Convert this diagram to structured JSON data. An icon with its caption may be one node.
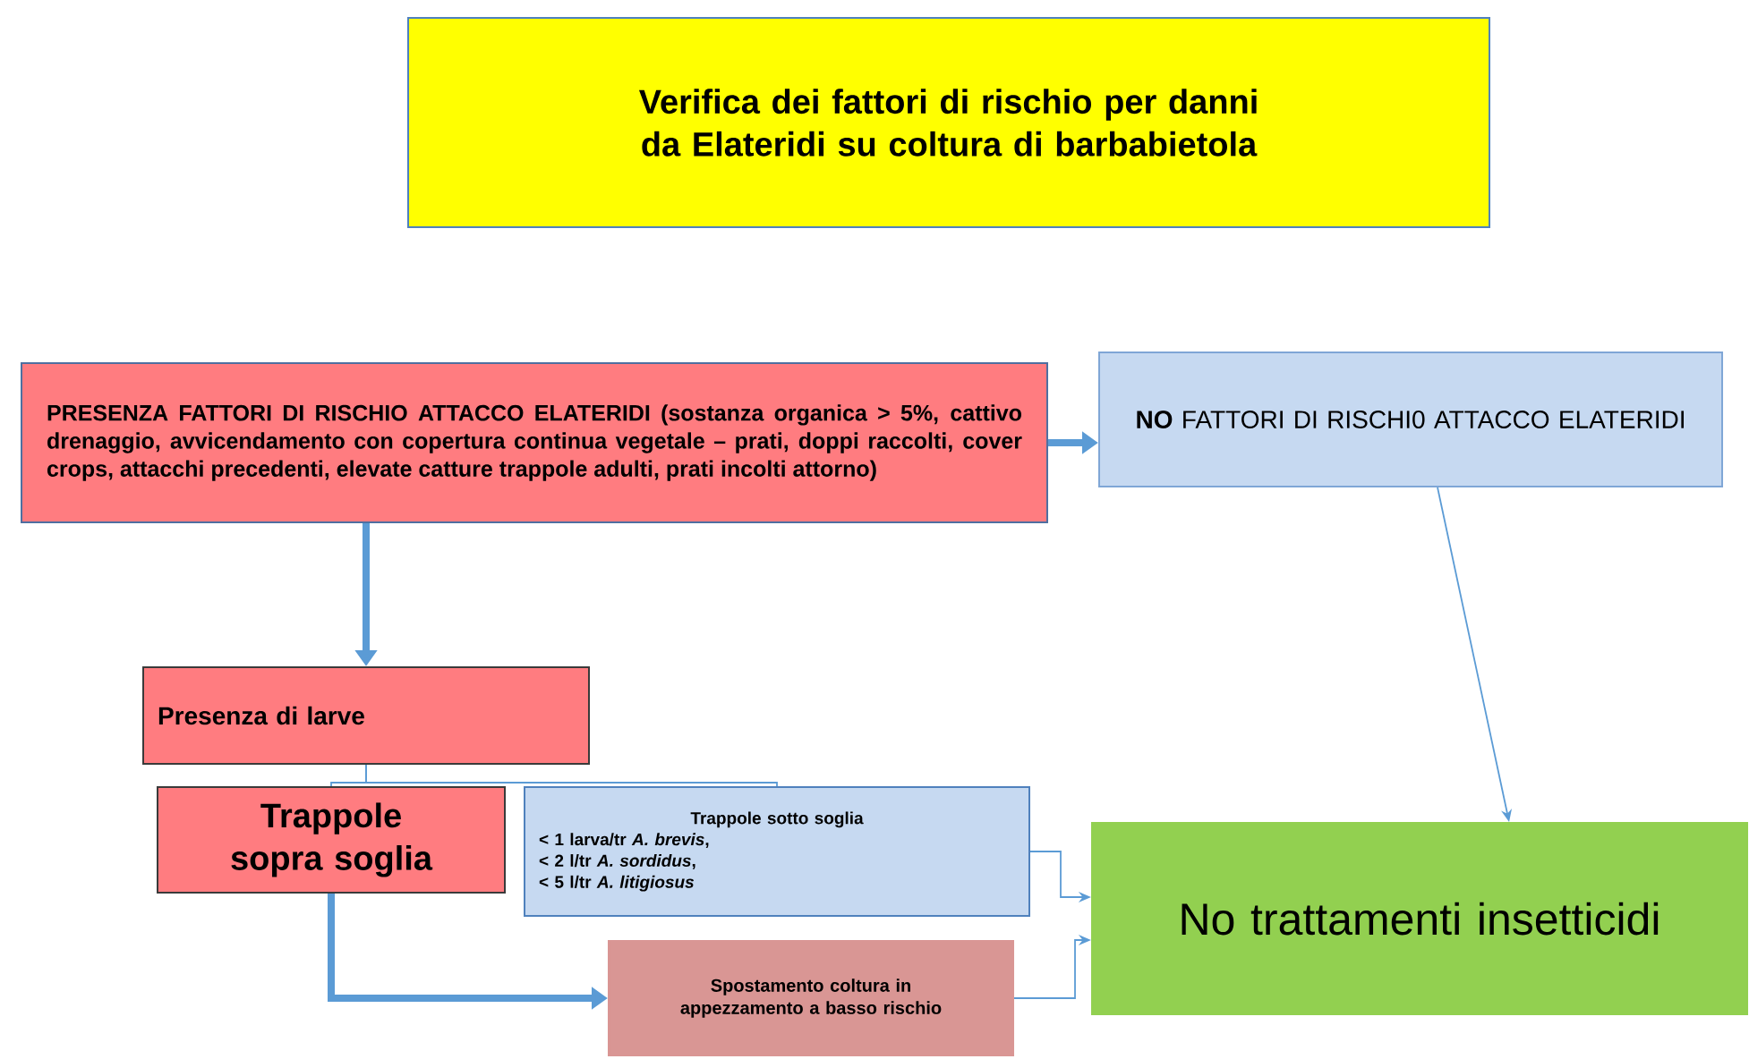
{
  "diagram": {
    "nodes": [
      {
        "text": [
          "Verifica dei fattori di rischio per danni da Elateridi su coltura di barbabietola"
        ]
      },
      {
        "text": [
          "PRESENZA FATTORI DI RISCHIO ATTACCO ELATERIDI (sostanza organica > 5%, cattivo drenaggio, avvicendamento con copertura continua vegetale – prati, doppi raccolti, cover crops, attacchi precedenti, elevate catture trappole adulti, prati incolti attorno)"
        ]
      },
      {
        "text": [
          "**NO** FATTORI DI RISCHI0 ATTACCO ELATERIDI"
        ]
      },
      {
        "text": [
          "Presenza di larve"
        ]
      },
      {
        "text": [
          "Trappole sopra soglia"
        ]
      },
      {
        "text": [
          "Trappole sotto soglia",
          "< 1 larva/tr *A. brevis*,",
          "< 2 l/tr *A. sordidus*,",
          "< 5 l/tr *A. litigiosus*"
        ]
      },
      {
        "text": [
          "Spostamento coltura in appezzamento a basso rischio"
        ]
      },
      {
        "text": [
          "No trattamenti insetticidi"
        ]
      }
    ],
    "edges": [
      {
        "from": 1,
        "to": 2,
        "arrow": "to",
        "style": "thick"
      },
      {
        "from": 1,
        "to": 3,
        "arrow": "to",
        "style": "thick"
      },
      {
        "from": 3,
        "to": 4,
        "arrow": "none"
      },
      {
        "from": 3,
        "to": 5,
        "arrow": "none"
      },
      {
        "from": 4,
        "to": 6,
        "arrow": "to",
        "style": "thick"
      },
      {
        "from": 5,
        "to": 7,
        "arrow": "to"
      },
      {
        "from": 6,
        "to": 7,
        "arrow": "to"
      },
      {
        "from": 2,
        "to": 7,
        "arrow": "to"
      }
    ]
  }
}
